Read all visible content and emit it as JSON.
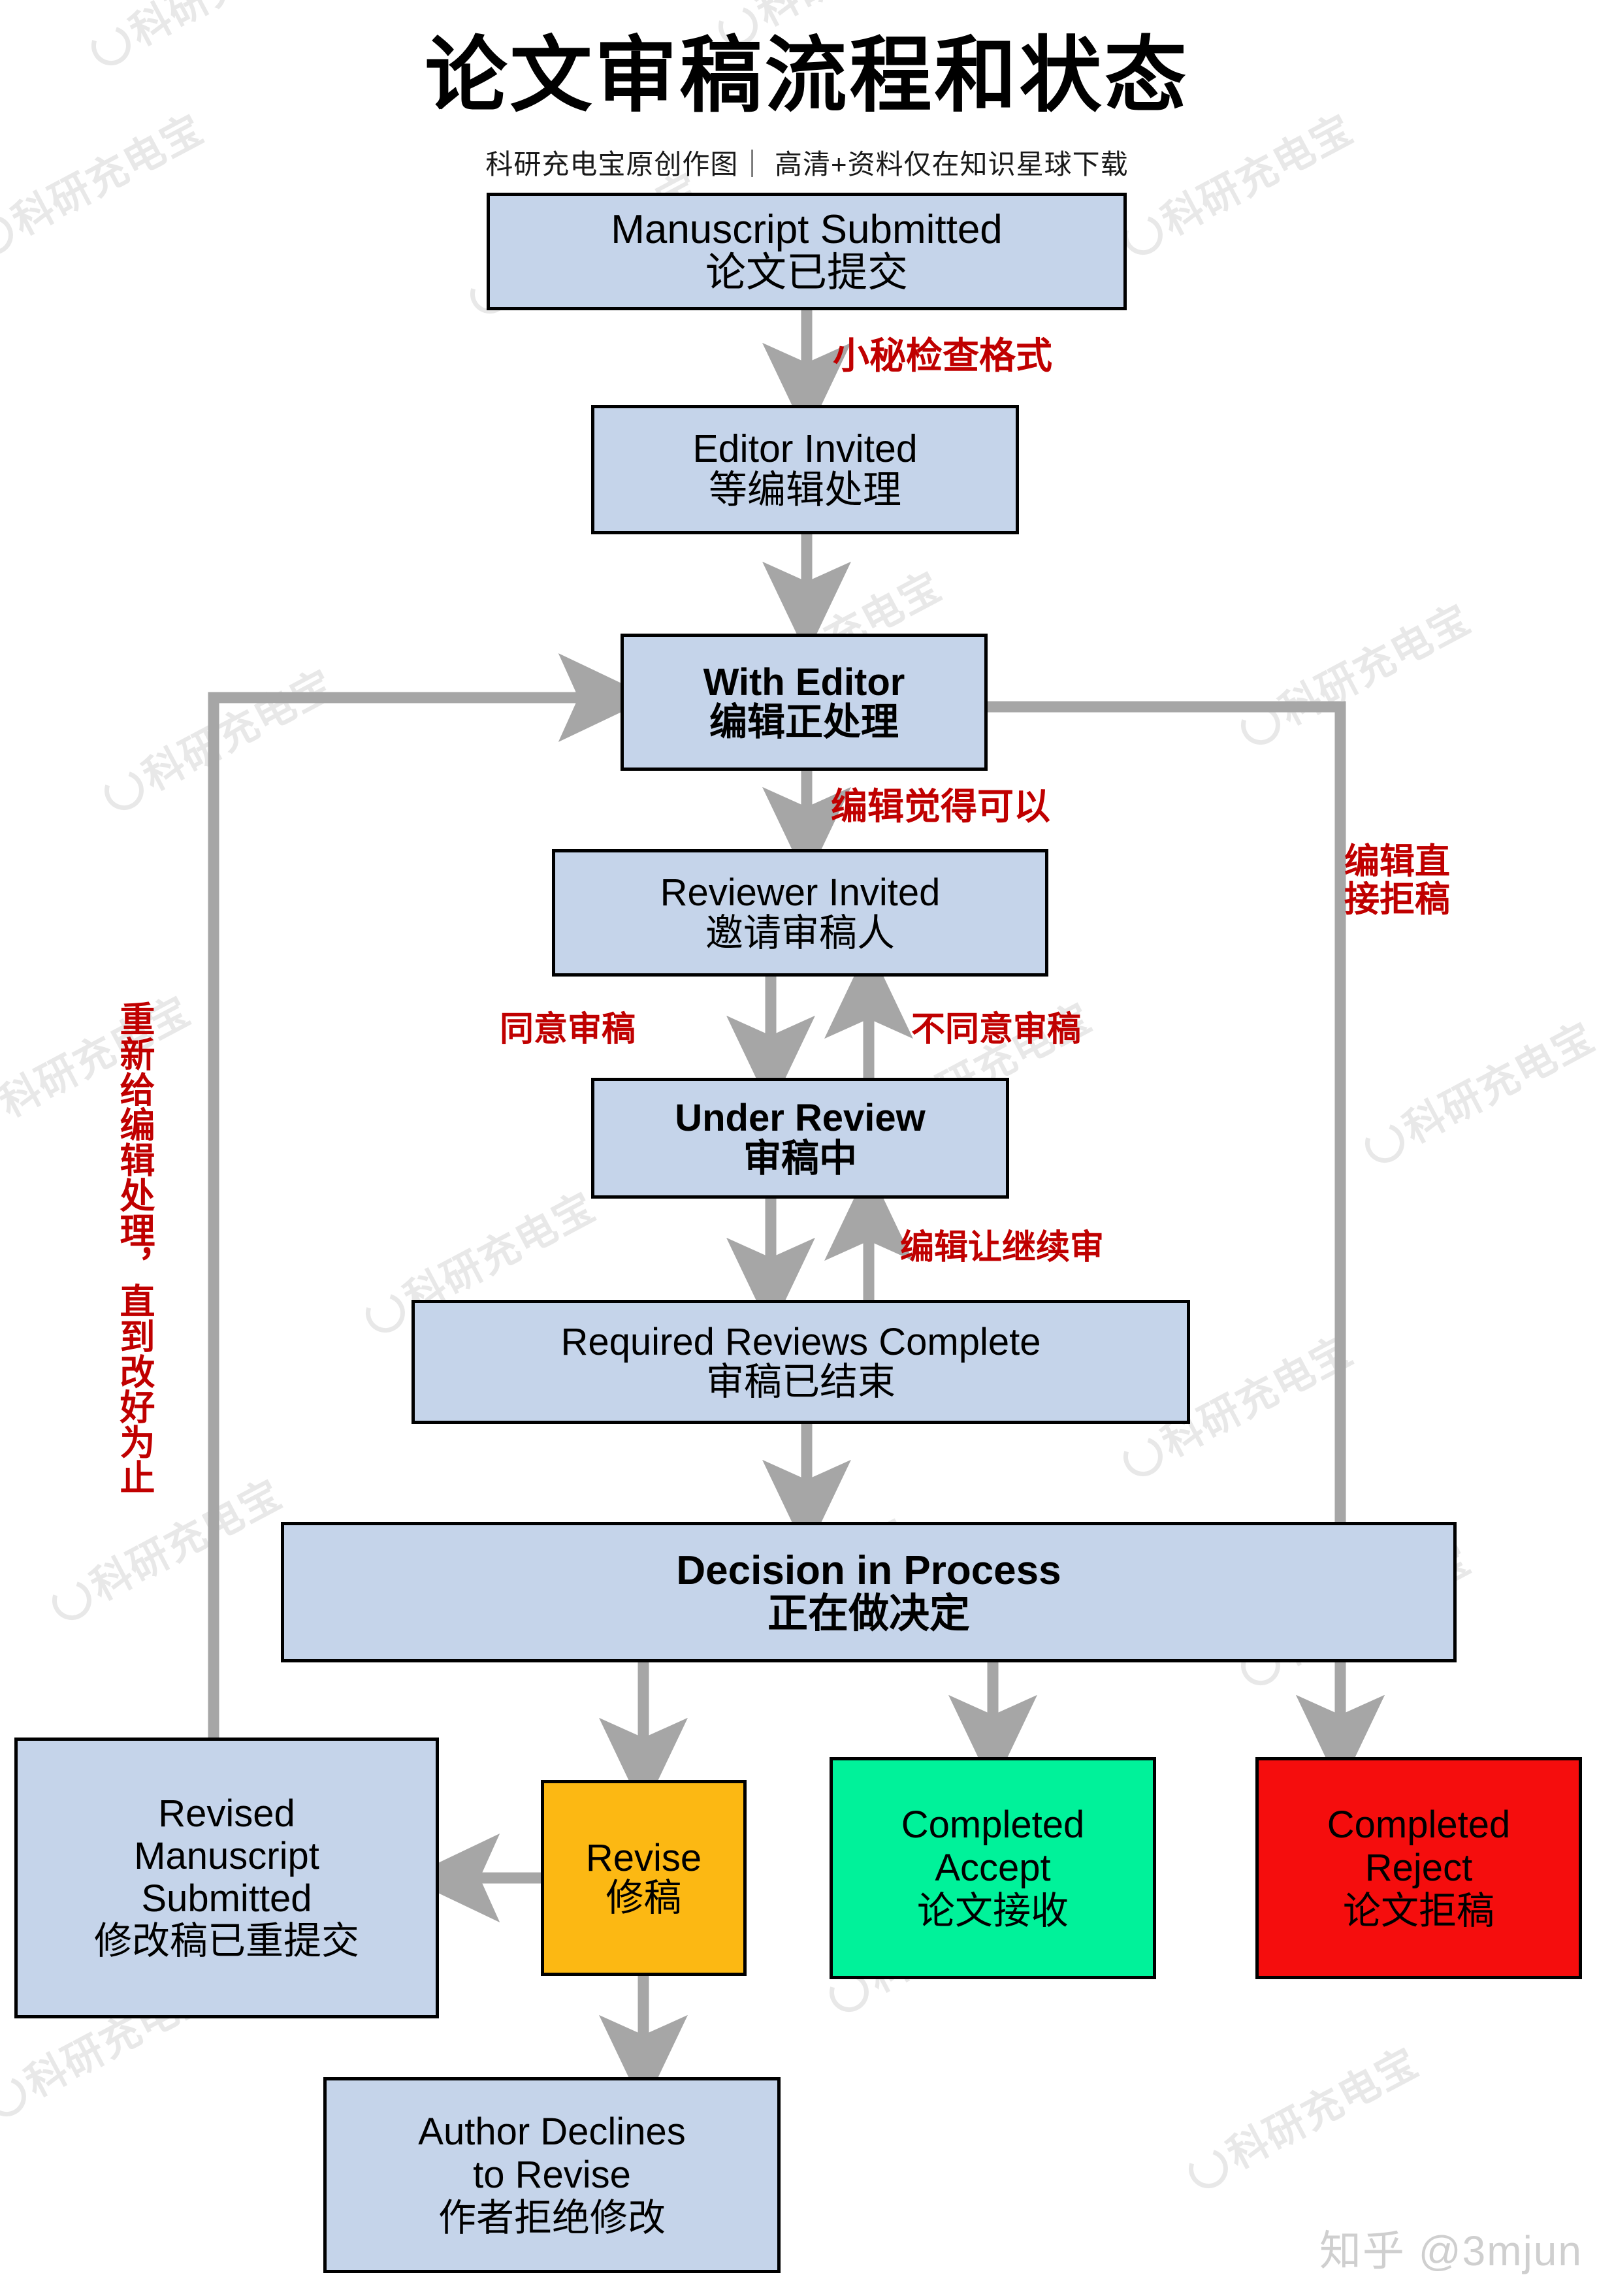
{
  "header": {
    "title": "论文审稿流程和状态",
    "subtitle": "科研充电宝原创作图｜ 高清+资料仅在知识星球下载"
  },
  "credit": "知乎 @3mjun",
  "watermark_text": "科研充电宝",
  "colors": {
    "node_blue": "#c5d4ea",
    "node_green": "#00f29a",
    "node_red": "#f50d0d",
    "node_amber": "#fcb813",
    "edge_gray": "#a6a6a6",
    "label_red": "#c00000",
    "border_black": "#000000"
  },
  "nodes": [
    {
      "id": "manuscript-submitted",
      "en": "Manuscript Submitted",
      "zh": "论文已提交",
      "color": "blue",
      "bold": false
    },
    {
      "id": "editor-invited",
      "en": "Editor Invited",
      "zh": "等编辑处理",
      "color": "blue",
      "bold": false
    },
    {
      "id": "with-editor",
      "en": "With Editor",
      "zh": "编辑正处理",
      "color": "blue",
      "bold": true
    },
    {
      "id": "reviewer-invited",
      "en": "Reviewer Invited",
      "zh": "邀请审稿人",
      "color": "blue",
      "bold": false
    },
    {
      "id": "under-review",
      "en": "Under Review",
      "zh": "审稿中",
      "color": "blue",
      "bold": true
    },
    {
      "id": "required-reviews-complete",
      "en": "Required Reviews Complete",
      "zh": "审稿已结束",
      "color": "blue",
      "bold": false
    },
    {
      "id": "decision-in-process",
      "en": "Decision in Process",
      "zh": "正在做决定",
      "color": "blue",
      "bold": true
    },
    {
      "id": "revised-manuscript-submitted",
      "en": "Revised\nManuscript\nSubmitted",
      "zh": "修改稿已重提交",
      "color": "blue",
      "bold": false
    },
    {
      "id": "revise",
      "en": "Revise",
      "zh": "修稿",
      "color": "amber",
      "bold": false
    },
    {
      "id": "completed-accept",
      "en": "Completed\nAccept",
      "zh": "论文接收",
      "color": "green",
      "bold": false
    },
    {
      "id": "completed-reject",
      "en": "Completed\nReject",
      "zh": "论文拒稿",
      "color": "red",
      "bold": false
    },
    {
      "id": "author-declines-to-revise",
      "en": "Author Declines\nto Revise",
      "zh": "作者拒绝修改",
      "color": "blue",
      "bold": false
    }
  ],
  "edge_labels": [
    {
      "id": "secretary-format-check",
      "text": "小秘检查格式"
    },
    {
      "id": "editor-approves",
      "text": "编辑觉得可以"
    },
    {
      "id": "reviewer-agrees",
      "text": "同意审稿"
    },
    {
      "id": "reviewer-declines",
      "text": "不同意审稿"
    },
    {
      "id": "editor-continue-review",
      "text": "编辑让继续审"
    },
    {
      "id": "editor-direct-reject",
      "text": "编辑直\n接拒稿"
    },
    {
      "id": "back-to-editor-loop",
      "text": "重新给编辑处理，直到改好为止"
    }
  ],
  "chart_data": {
    "type": "flowchart",
    "title": "论文审稿流程和状态",
    "nodes": [
      "Manuscript Submitted / 论文已提交",
      "Editor Invited / 等编辑处理",
      "With Editor / 编辑正处理",
      "Reviewer Invited / 邀请审稿人",
      "Under Review / 审稿中",
      "Required Reviews Complete / 审稿已结束",
      "Decision in Process / 正在做决定",
      "Revised Manuscript Submitted / 修改稿已重提交",
      "Revise / 修稿",
      "Completed Accept / 论文接收",
      "Completed Reject / 论文拒稿",
      "Author Declines to Revise / 作者拒绝修改"
    ],
    "edges": [
      {
        "from": "Manuscript Submitted",
        "to": "Editor Invited",
        "label": "小秘检查格式"
      },
      {
        "from": "Editor Invited",
        "to": "With Editor",
        "label": ""
      },
      {
        "from": "With Editor",
        "to": "Reviewer Invited",
        "label": "编辑觉得可以"
      },
      {
        "from": "With Editor",
        "to": "Completed Reject",
        "label": "编辑直接拒稿"
      },
      {
        "from": "Reviewer Invited",
        "to": "Under Review",
        "label": "同意审稿"
      },
      {
        "from": "Under Review",
        "to": "Reviewer Invited",
        "label": "不同意审稿"
      },
      {
        "from": "Under Review",
        "to": "Required Reviews Complete",
        "label": ""
      },
      {
        "from": "Required Reviews Complete",
        "to": "Under Review",
        "label": "编辑让继续审"
      },
      {
        "from": "Required Reviews Complete",
        "to": "Decision in Process",
        "label": ""
      },
      {
        "from": "Decision in Process",
        "to": "Revise",
        "label": ""
      },
      {
        "from": "Decision in Process",
        "to": "Completed Accept",
        "label": ""
      },
      {
        "from": "Decision in Process",
        "to": "Completed Reject",
        "label": ""
      },
      {
        "from": "Revise",
        "to": "Revised Manuscript Submitted",
        "label": ""
      },
      {
        "from": "Revise",
        "to": "Author Declines to Revise",
        "label": ""
      },
      {
        "from": "Revised Manuscript Submitted",
        "to": "With Editor",
        "label": "重新给编辑处理，直到改好为止"
      }
    ]
  }
}
